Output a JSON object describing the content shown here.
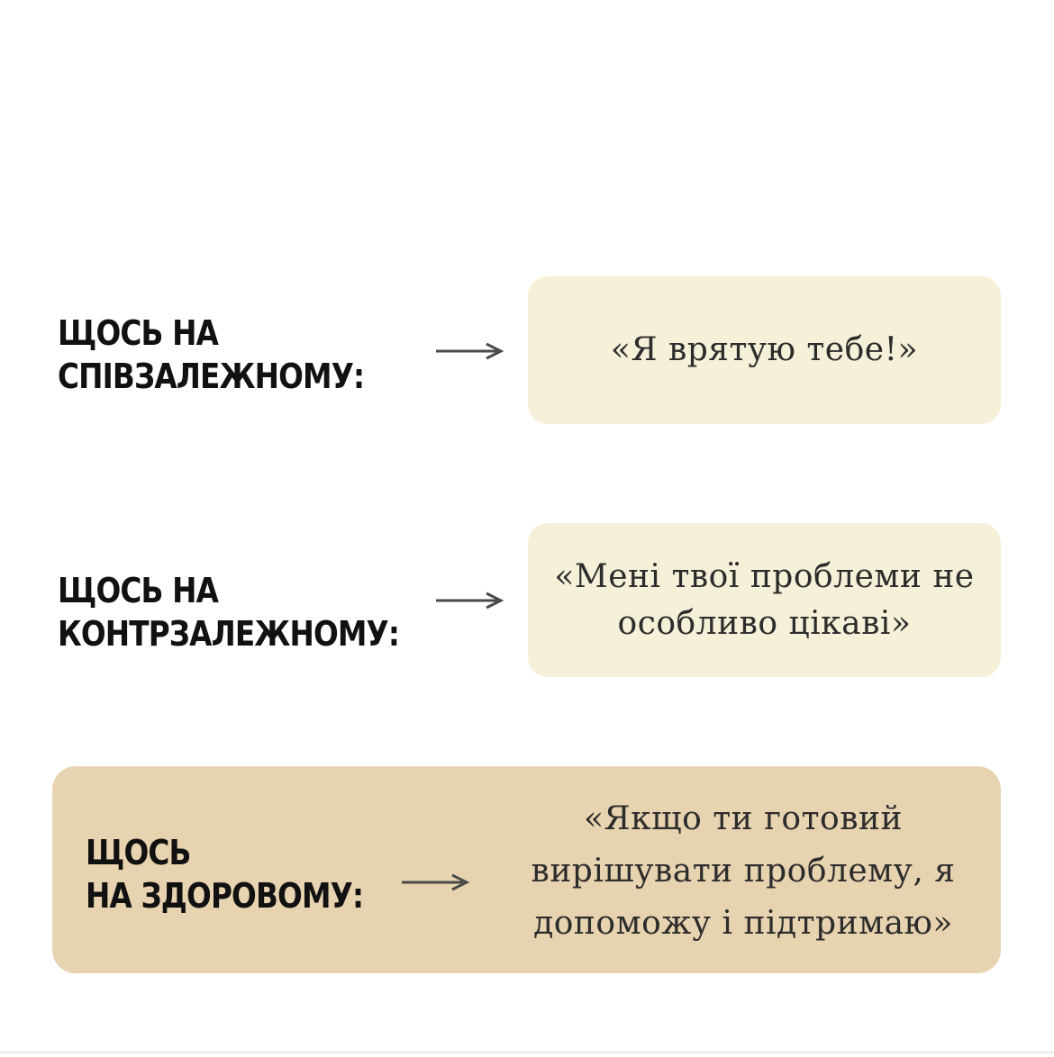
{
  "rows": [
    {
      "label": [
        "ЩОСЬ НА",
        "СПІВЗАЛЕЖНОМУ:"
      ],
      "quote": [
        "«Я врятую тебе!»"
      ]
    },
    {
      "label": [
        "ЩОСЬ НА",
        "КОНТРЗАЛЕЖНОМУ:"
      ],
      "quote": [
        "«Мені твої проблеми не",
        "особливо цікаві»"
      ]
    },
    {
      "label": [
        "ЩОСЬ",
        "НА ЗДОРОВОМУ:"
      ],
      "quote": [
        "«Якщо ти готовий",
        "вирішувати проблему, я",
        "допоможу і підтримаю»"
      ]
    }
  ],
  "colors": {
    "box_light": "#f6f0d8",
    "box_highlight": "#e8d3b0",
    "text": "#111111",
    "arrow": "#4a4a4a"
  },
  "icons": [
    "arrow-right-icon"
  ]
}
